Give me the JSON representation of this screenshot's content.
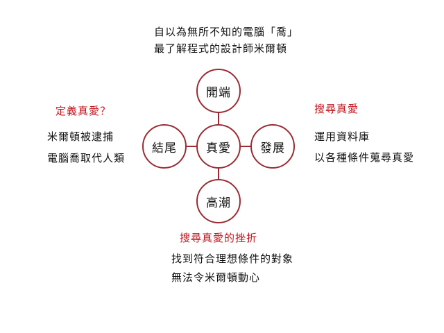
{
  "header": {
    "line1": "自以為無所不知的電腦「喬」",
    "line2": "最了解程式的設計師米爾頓"
  },
  "diagram": {
    "center": "真愛",
    "top": "開端",
    "right": "發展",
    "bottom": "高潮",
    "left": "結尾"
  },
  "sections": {
    "left": {
      "title": "定義真愛？",
      "lines": [
        "米爾頓被逮捕",
        "電腦喬取代人類"
      ]
    },
    "right": {
      "title": "搜尋真愛",
      "lines": [
        "運用資料庫",
        "以各種條件蒐尋真愛"
      ]
    },
    "bottom": {
      "title": "搜尋真愛的挫折",
      "lines": [
        "找到符合理想條件的對象",
        "無法令米爾頓動心"
      ]
    }
  },
  "colors": {
    "accent": "#c0161e",
    "text": "#111111",
    "circle_stroke": "#9a2b33",
    "background": "#ffffff"
  }
}
